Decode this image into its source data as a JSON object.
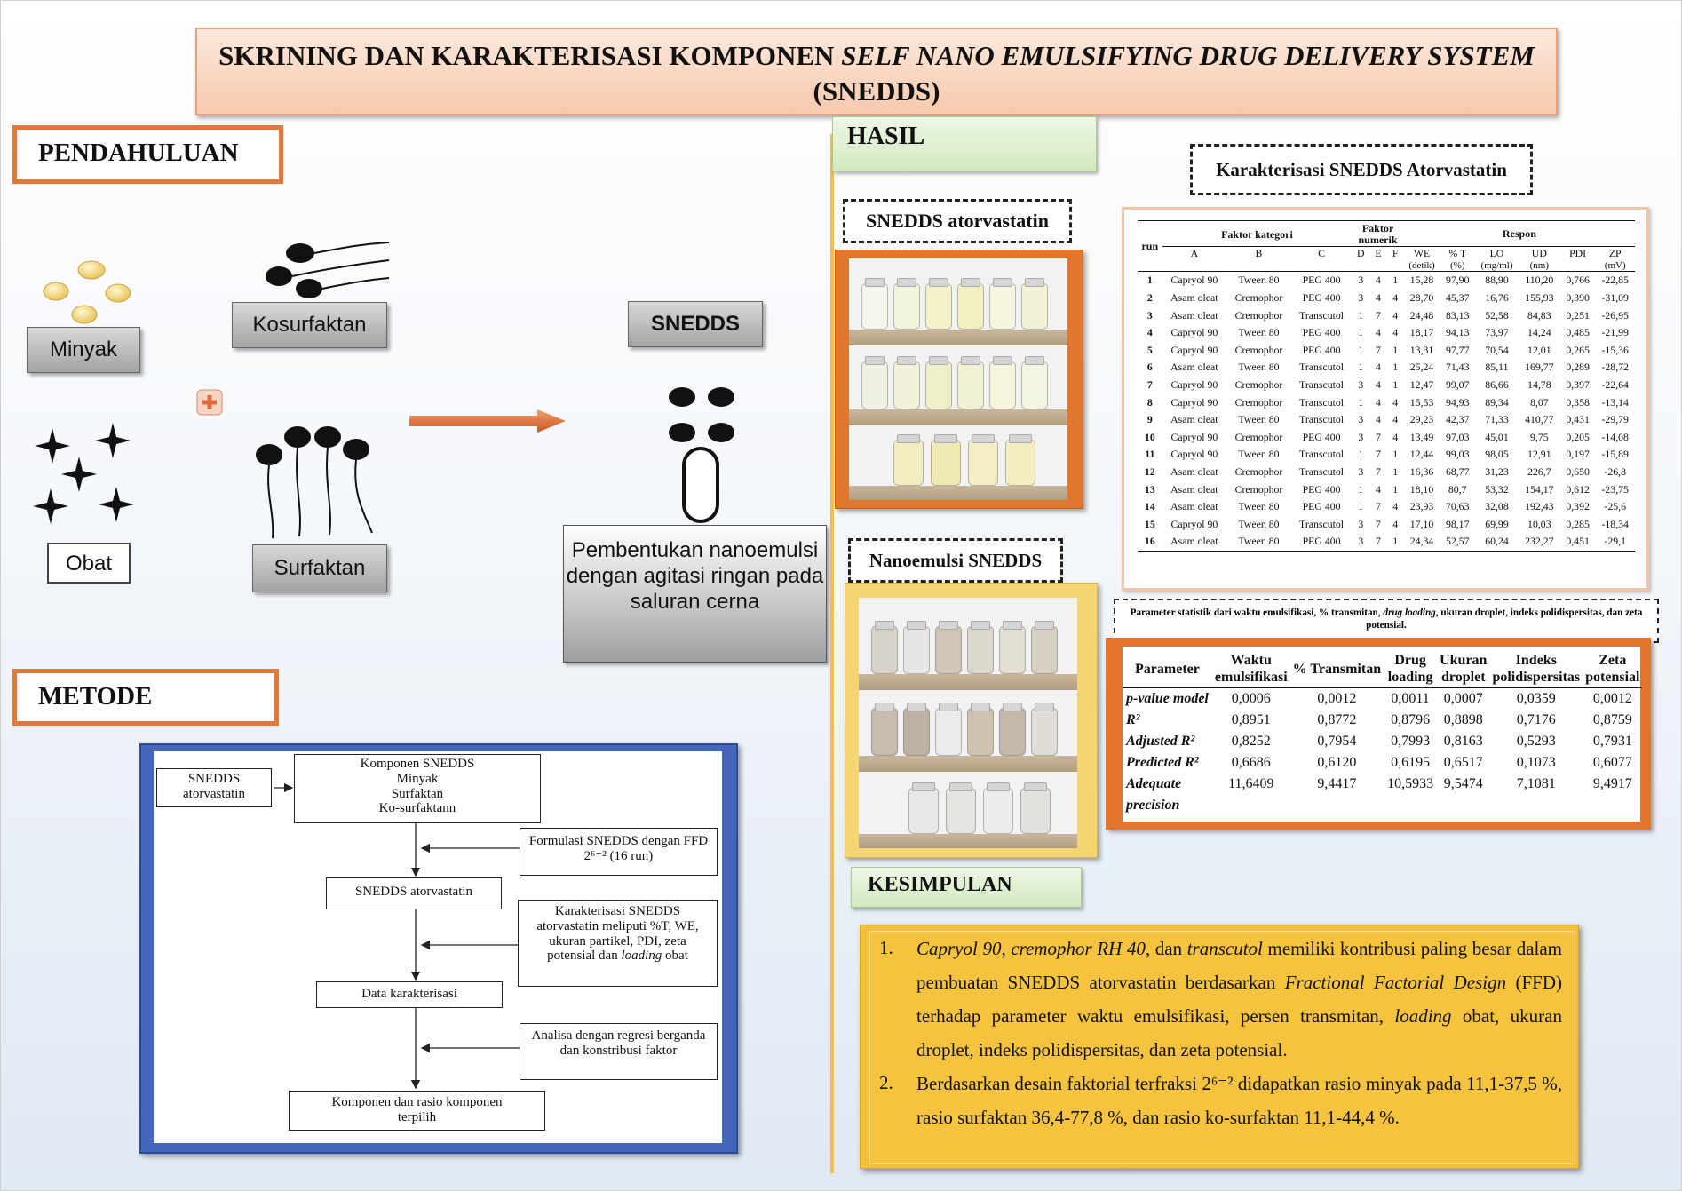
{
  "title": {
    "line1_prefix": "SKRINING DAN KARAKTERISASI KOMPONEN ",
    "line1_italic": "SELF NANO EMULSIFYING DRUG DELIVERY SYSTEM",
    "line2": "(SNEDDS)"
  },
  "sections": {
    "pendahuluan": "PENDAHULUAN",
    "metode": "METODE",
    "hasil": "HASIL",
    "kesimpulan": "KESIMPULAN"
  },
  "pendahuluan": {
    "minyak": "Minyak",
    "kosurfaktan": "Kosurfaktan",
    "obat": "Obat",
    "surfaktan": "Surfaktan",
    "snedds": "SNEDDS",
    "description": "Pembentukan nanoemulsi dengan agitasi ringan pada saluran cerna"
  },
  "metode": {
    "n1": "SNEDDS atorvastatin",
    "n2": "Komponen SNEDDS\nMinyak\nSurfaktan\nKo-surfaktann",
    "n3": "Formulasi SNEDDS dengan FFD 2⁶⁻² (16 run)",
    "n4": "SNEDDS atorvastatin",
    "n5_a": "Karakterisasi SNEDDS atorvastatin meliputi %T, WE, ukuran partikel, PDI, zeta potensial dan ",
    "n5_i": "loading",
    "n5_b": " obat",
    "n6": "Data karakterisasi",
    "n7": "Analisa dengan regresi berganda dan konstribusi faktor",
    "n8": "Komponen dan rasio komponen terpilih"
  },
  "hasil": {
    "snedds_label": "SNEDDS atorvastatin",
    "nano_label": "Nanoemulsi SNEDDS",
    "karak_label": "Karakterisasi SNEDDS Atorvastatin",
    "caption_a": "Parameter statistik dari waktu emulsifikasi, % transmitan, ",
    "caption_i": "drug loading",
    "caption_b": ", ukuran droplet, indeks polidispersitas, dan zeta potensial."
  },
  "table1": {
    "group_headers": {
      "run": "run",
      "kategori": "Faktor kategori",
      "numerik_1": "Faktor",
      "numerik_2": "numerik",
      "respon": "Respon"
    },
    "columns": [
      "A",
      "B",
      "C",
      "D",
      "E",
      "F",
      "WE",
      "% T",
      "LO",
      "UD",
      "PDI",
      "ZP"
    ],
    "units": [
      "",
      "",
      "",
      "",
      "",
      "",
      "(detik)",
      "(%)",
      "(mg/ml)",
      "(nm)",
      "",
      "(mV)"
    ],
    "rows": [
      [
        "1",
        "Capryol 90",
        "Tween 80",
        "PEG 400",
        "3",
        "4",
        "1",
        "15,28",
        "97,90",
        "88,90",
        "110,20",
        "0,766",
        "-22,85"
      ],
      [
        "2",
        "Asam oleat",
        "Cremophor",
        "PEG 400",
        "3",
        "4",
        "4",
        "28,70",
        "45,37",
        "16,76",
        "155,93",
        "0,390",
        "-31,09"
      ],
      [
        "3",
        "Asam oleat",
        "Cremophor",
        "Transcutol",
        "1",
        "7",
        "4",
        "24,48",
        "83,13",
        "52,58",
        "84,83",
        "0,251",
        "-26,95"
      ],
      [
        "4",
        "Capryol 90",
        "Tween 80",
        "PEG 400",
        "1",
        "4",
        "4",
        "18,17",
        "94,13",
        "73,97",
        "14,24",
        "0,485",
        "-21,99"
      ],
      [
        "5",
        "Capryol 90",
        "Cremophor",
        "PEG 400",
        "1",
        "7",
        "1",
        "13,31",
        "97,77",
        "70,54",
        "12,01",
        "0,265",
        "-15,36"
      ],
      [
        "6",
        "Asam oleat",
        "Tween 80",
        "Transcutol",
        "1",
        "4",
        "1",
        "25,24",
        "71,43",
        "85,11",
        "169,77",
        "0,289",
        "-28,72"
      ],
      [
        "7",
        "Capryol 90",
        "Cremophor",
        "Transcutol",
        "3",
        "4",
        "1",
        "12,47",
        "99,07",
        "86,66",
        "14,78",
        "0,397",
        "-22,64"
      ],
      [
        "8",
        "Capryol 90",
        "Cremophor",
        "Transcutol",
        "1",
        "4",
        "4",
        "15,53",
        "94,93",
        "89,34",
        "8,07",
        "0,358",
        "-13,14"
      ],
      [
        "9",
        "Asam oleat",
        "Tween 80",
        "Transcutol",
        "3",
        "4",
        "4",
        "29,23",
        "42,37",
        "71,33",
        "410,77",
        "0,431",
        "-29,79"
      ],
      [
        "10",
        "Capryol 90",
        "Cremophor",
        "PEG 400",
        "3",
        "7",
        "4",
        "13,49",
        "97,03",
        "45,01",
        "9,75",
        "0,205",
        "-14,08"
      ],
      [
        "11",
        "Capryol 90",
        "Tween 80",
        "Transcutol",
        "1",
        "7",
        "1",
        "12,44",
        "99,03",
        "98,05",
        "12,91",
        "0,197",
        "-15,89"
      ],
      [
        "12",
        "Asam oleat",
        "Cremophor",
        "Transcutol",
        "3",
        "7",
        "1",
        "16,36",
        "68,77",
        "31,23",
        "226,7",
        "0,650",
        "-26,8"
      ],
      [
        "13",
        "Asam oleat",
        "Cremophor",
        "PEG 400",
        "1",
        "4",
        "1",
        "18,10",
        "80,7",
        "53,32",
        "154,17",
        "0,612",
        "-23,75"
      ],
      [
        "14",
        "Asam oleat",
        "Tween 80",
        "PEG 400",
        "1",
        "7",
        "4",
        "23,93",
        "70,63",
        "32,08",
        "192,43",
        "0,392",
        "-25,6"
      ],
      [
        "15",
        "Capryol 90",
        "Tween 80",
        "Transcutol",
        "3",
        "7",
        "4",
        "17,10",
        "98,17",
        "69,99",
        "10,03",
        "0,285",
        "-18,34"
      ],
      [
        "16",
        "Asam oleat",
        "Tween 80",
        "PEG 400",
        "3",
        "7",
        "1",
        "24,34",
        "52,57",
        "60,24",
        "232,27",
        "0,451",
        "-29,1"
      ]
    ]
  },
  "table2": {
    "headers": [
      [
        "Parameter"
      ],
      [
        "Waktu",
        "emulsifikasi"
      ],
      [
        "% Transmitan"
      ],
      [
        "Drug",
        "loading"
      ],
      [
        "Ukuran",
        "droplet"
      ],
      [
        "Indeks",
        "polidispersitas"
      ],
      [
        "Zeta",
        "potensial"
      ]
    ],
    "rows": [
      {
        "param": "p-value model",
        "values": [
          "0,0006",
          "0,0012",
          "0,0011",
          "0,0007",
          "0,0359",
          "0,0012"
        ]
      },
      {
        "param": "R²",
        "values": [
          "0,8951",
          "0,8772",
          "0,8796",
          "0,8898",
          "0,7176",
          "0,8759"
        ]
      },
      {
        "param": "Adjusted R²",
        "values": [
          "0,8252",
          "0,7954",
          "0,7993",
          "0,8163",
          "0,5293",
          "0,7931"
        ]
      },
      {
        "param": "Predicted R²",
        "values": [
          "0,6686",
          "0,6120",
          "0,6195",
          "0,6517",
          "0,1073",
          "0,6077"
        ]
      },
      {
        "param": "Adequate",
        "param2": "precision",
        "values": [
          "11,6409",
          "9,4417",
          "10,5933",
          "9,5474",
          "7,1081",
          "9,4917"
        ]
      }
    ]
  },
  "kesimpulan": {
    "items": [
      {
        "num": "1.",
        "segments": [
          {
            "t": "Capryol 90",
            "i": true
          },
          {
            "t": ", ",
            "i": false
          },
          {
            "t": "cremophor RH 40",
            "i": true
          },
          {
            "t": ", dan ",
            "i": false
          },
          {
            "t": "transcutol",
            "i": true
          },
          {
            "t": " memiliki kontribusi paling besar dalam pembuatan SNEDDS atorvastatin berdasarkan ",
            "i": false
          },
          {
            "t": "Fractional Factorial Design",
            "i": true
          },
          {
            "t": " (FFD) terhadap parameter waktu emulsifikasi, persen transmitan, ",
            "i": false
          },
          {
            "t": "loading",
            "i": true
          },
          {
            "t": " obat, ukuran droplet, indeks polidispersitas, dan zeta potensial.",
            "i": false
          }
        ]
      },
      {
        "num": "2.",
        "segments": [
          {
            "t": "Berdasarkan desain faktorial terfraksi 2⁶⁻² didapatkan rasio minyak pada 11,1-37,5 %, rasio surfaktan 36,4-77,8 %, dan rasio ko-surfaktan 11,1-44,4 %.",
            "i": false
          }
        ]
      }
    ]
  },
  "colors": {
    "accent_orange": "#e07a3a",
    "kesimpulan_bg": "#f4c13d",
    "metode_frame": "#4466bb",
    "hasil_green": "#d3e8c0"
  },
  "icons": [
    "plus-icon",
    "arrow-right-icon",
    "oil-droplets-icon",
    "drug-star-icon",
    "surfactant-molecule-icon",
    "micelle-icon"
  ]
}
